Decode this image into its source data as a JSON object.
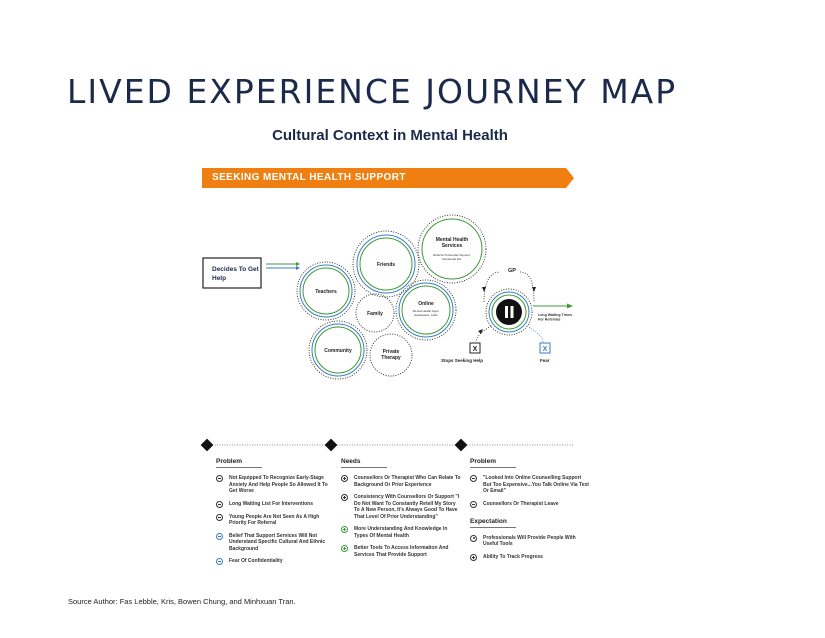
{
  "title": "LIVED EXPERIENCE JOURNEY MAP",
  "subtitle": "Cultural Context in Mental Health",
  "banner": {
    "label": "SEEKING MENTAL HEALTH SUPPORT",
    "color": "#f07f12"
  },
  "start_box": {
    "label": "Decides To Get Help"
  },
  "circles": {
    "teachers": "Teachers",
    "friends": "Friends",
    "mhs_title": "Mental Health Services",
    "mhs_sub": "Referral To Everlap Support, Versacode Etc.",
    "family": "Family",
    "online": "Online",
    "online_sub": "Mental Health Apps, Headspace, Calm",
    "community": "Community",
    "private_therapy": "Private Therapy"
  },
  "gp": {
    "label": "GP",
    "pause_icon": "pause-icon",
    "waiting": "Long Waiting Times For Referrals"
  },
  "outcomes": {
    "stop_label": "Stops Seeking Help",
    "fear_label": "Fear",
    "mark": "X"
  },
  "colors": {
    "green": "#3f9a3a",
    "blue": "#3a7fc0",
    "dark": "#1b2a4a"
  },
  "columns": [
    {
      "heading": "Problem",
      "items": [
        {
          "icon": "minus-icon",
          "text": "Not Equipped To Recognize Early-Stage Anxiety And Help People So Allowed It To Get Worse"
        },
        {
          "icon": "minus-icon",
          "text": "Long Waiting List For Interventions"
        },
        {
          "icon": "minus-icon",
          "text": "Young People Are Not Seen As A High Priority For Referral"
        },
        {
          "icon": "minus-blue-icon",
          "text": "Belief That Support Services Will Not Understand Specific Cultural And Ethnic Background"
        },
        {
          "icon": "minus-blue-icon",
          "text": "Fear Of Confidentiality"
        }
      ]
    },
    {
      "heading": "Needs",
      "items": [
        {
          "icon": "plus-icon",
          "text": "Counsellors Or Therapist Who Can Relate To Background Or Prior Experience"
        },
        {
          "icon": "plus-icon",
          "text": "Consistency With Counsellors Or Support \"I Do Not Want To Constantly Retell My Story To A New Person, It's Always Good To Have That Level Of Prior Understanding\""
        },
        {
          "icon": "plus-green-icon",
          "text": "More Understanding And Knowledge In Types Of Mental Health"
        },
        {
          "icon": "plus-green-icon",
          "text": "Better Tools To Access Information And Services That Provide Support"
        }
      ]
    },
    {
      "heading": "Problem",
      "items": [
        {
          "icon": "minus-icon",
          "text": "\"Looked Into Online Counselling Support But Too Expensive...You Talk Online Via Text Or Email\""
        },
        {
          "icon": "minus-icon",
          "text": "Counsellors Or Therapist Leave"
        }
      ],
      "sub_heading": "Expectation",
      "sub_items": [
        {
          "icon": "target-icon",
          "text": "Professionals Will Provide People With Useful Tools"
        },
        {
          "icon": "plus-icon",
          "text": "Ability To Track Progress"
        }
      ]
    }
  ],
  "source": "Source Author: Fas Lebble, Kris, Bowen Chung, and Minhxuan Tran."
}
